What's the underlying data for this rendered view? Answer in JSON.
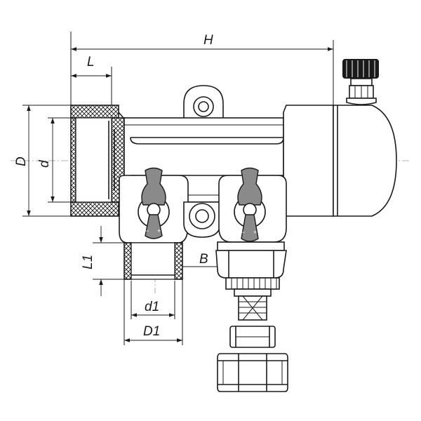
{
  "dimensions": {
    "H": "H",
    "L": "L",
    "D": "D",
    "d": "d",
    "L1": "L1",
    "B": "B",
    "d1": "d1",
    "D1": "D1"
  },
  "colors": {
    "line": "#1a1a1a",
    "knob": "#1a1a1a",
    "handle": "#8a8a8a",
    "centerline": "#9a9a9a"
  }
}
